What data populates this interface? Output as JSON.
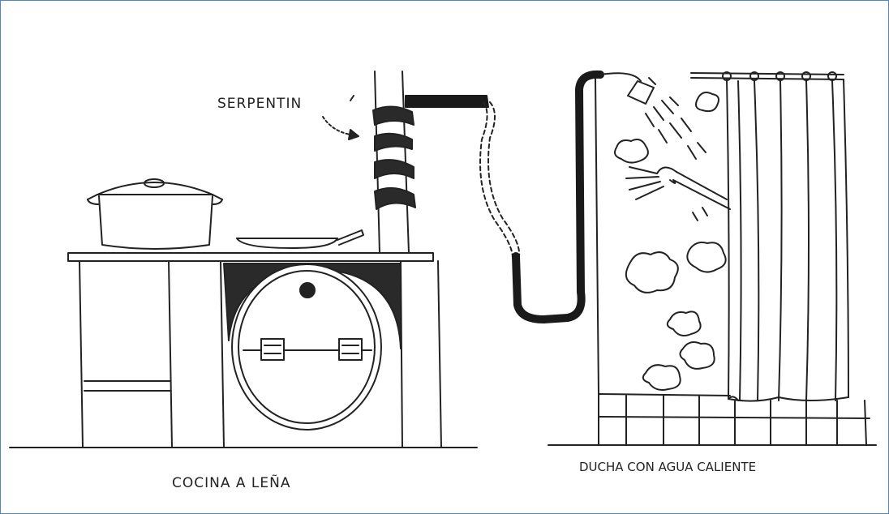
{
  "labels": {
    "serpentin": "SERPENTIN",
    "cocina": "COCINA A LEÑA",
    "ducha": "DUCHA CON AGUA CALIENTE"
  },
  "colors": {
    "frame_border": "#4a86c8",
    "ink": "#222222",
    "pipe": "#1a1a1a"
  }
}
